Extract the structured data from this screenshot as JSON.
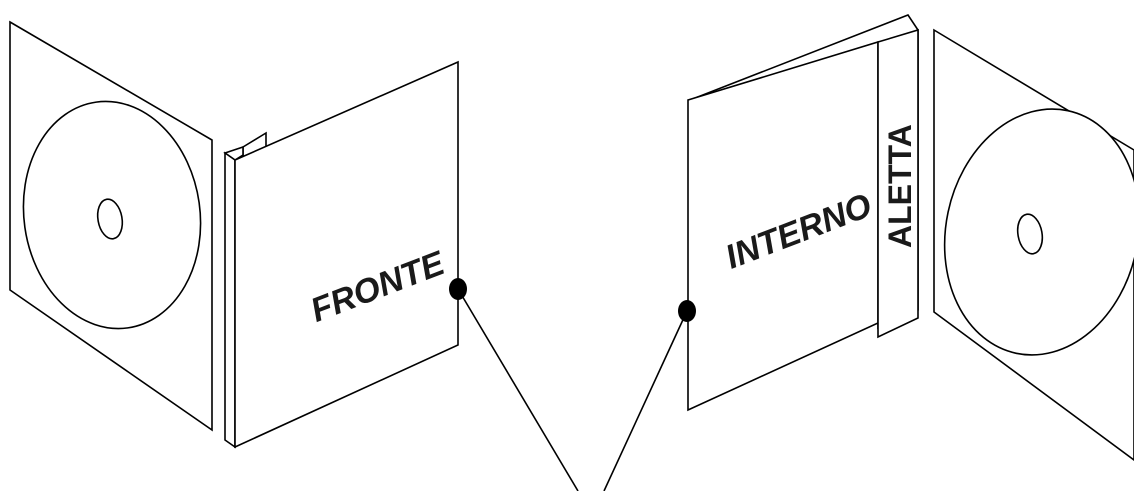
{
  "labels": {
    "front": "FRONTE",
    "inside": "INTERNO",
    "flap": "ALETTA"
  },
  "colors": {
    "stroke": "#000000",
    "background": "#ffffff",
    "text": "#1a1a1a"
  }
}
